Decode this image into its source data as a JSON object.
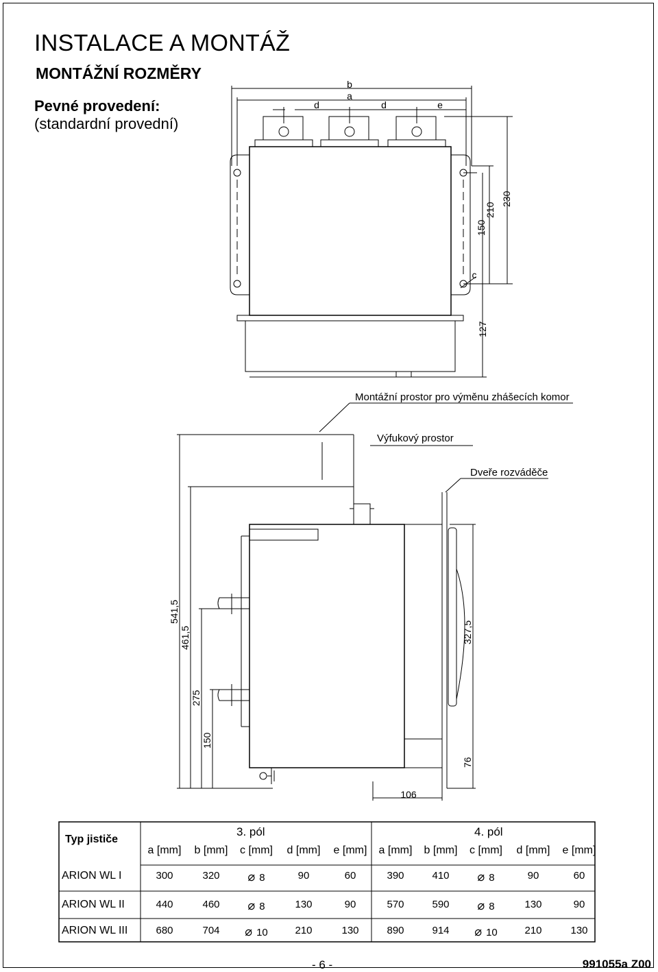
{
  "header": {
    "title": "INSTALACE A MONTÁŽ",
    "subtitle": "MONTÁŽNÍ ROZMĚRY",
    "section": "Pevné provedení:",
    "section_note": "(standardní provední)"
  },
  "front_view": {
    "dim_b": "b",
    "dim_a": "a",
    "dim_d1": "d",
    "dim_d2": "d",
    "dim_e": "e",
    "dim_c": "c",
    "dim_150": "150",
    "dim_210": "210",
    "dim_230": "230",
    "dim_127": "127"
  },
  "callouts": {
    "mounting_space": "Montážní prostor pro výměnu zhášecích komor",
    "exhaust_space": "Výfukový prostor",
    "cabinet_door": "Dveře rozváděče"
  },
  "side_view": {
    "dim_541_5": "541,5",
    "dim_461_5": "461,5",
    "dim_275": "275",
    "dim_150": "150",
    "dim_327_5": "327,5",
    "dim_76": "76",
    "dim_106": "106"
  },
  "table": {
    "type_header": "Typ jističe",
    "group_3": "3. pól",
    "group_4": "4. pól",
    "columns": [
      "a [mm]",
      "b [mm]",
      "c [mm]",
      "d [mm]",
      "e [mm]"
    ],
    "diameter_symbol": "⌀",
    "rows": [
      {
        "type": "ARION WL I",
        "p3": [
          "300",
          "320",
          "8",
          "90",
          "60"
        ],
        "p4": [
          "390",
          "410",
          "8",
          "90",
          "60"
        ]
      },
      {
        "type": "ARION WL II",
        "p3": [
          "440",
          "460",
          "8",
          "130",
          "90"
        ],
        "p4": [
          "570",
          "590",
          "8",
          "130",
          "90"
        ]
      },
      {
        "type": "ARION WL III",
        "p3": [
          "680",
          "704",
          "10",
          "210",
          "130"
        ],
        "p4": [
          "890",
          "914",
          "10",
          "210",
          "130"
        ]
      }
    ]
  },
  "footer": {
    "page": "- 6 -",
    "doc_number": "991055a Z00"
  }
}
